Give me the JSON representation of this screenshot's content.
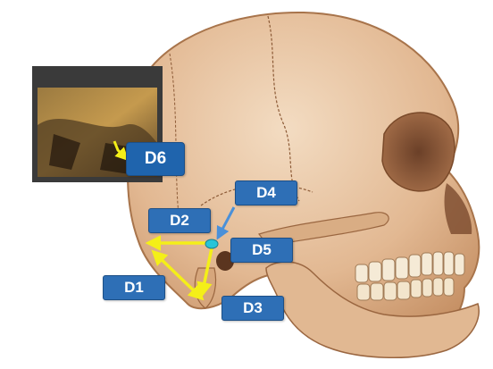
{
  "figure": {
    "subject": "lateral view of human skull with measurement markers",
    "inset": "close-up photograph of skull region"
  },
  "labels": {
    "d1": "D1",
    "d2": "D2",
    "d3": "D3",
    "d4": "D4",
    "d5": "D5",
    "d6": "D6"
  },
  "colors": {
    "bone": "#e6c3a0",
    "bone_shadow": "#b98457",
    "label_fill": "#2e6fb6",
    "arrow_yellow": "#f4ef18",
    "arrow_blue": "#4a90d9",
    "marker_cyan": "#26c4d8"
  }
}
